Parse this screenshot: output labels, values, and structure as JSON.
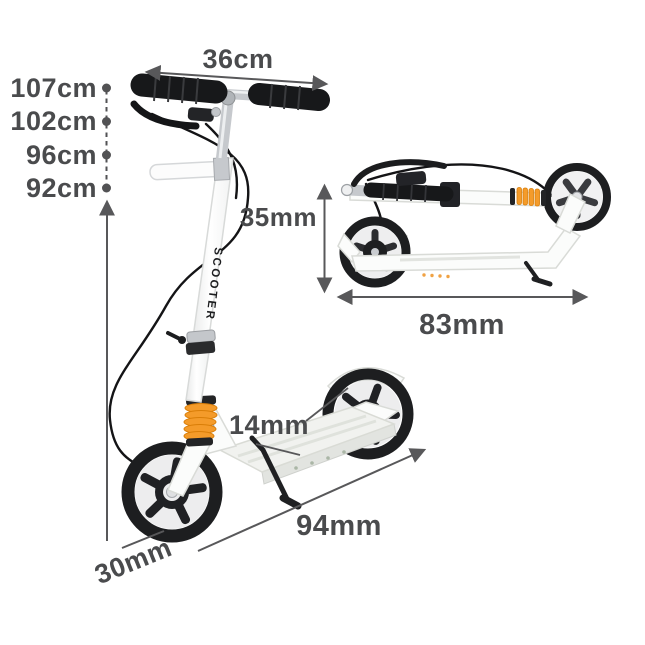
{
  "page": {
    "background": "#ffffff"
  },
  "product": {
    "brand_label": "SCOOTER"
  },
  "measurements": {
    "handlebar_width": "36cm",
    "height_levels": [
      "107cm",
      "102cm",
      "96cm",
      "92cm"
    ],
    "folded_height": "35mm",
    "folded_length": "83mm",
    "deck_thickness": "14mm",
    "deck_length": "94mm",
    "base_width": "30mm"
  },
  "colors": {
    "annotation_text": "#4a4b4d",
    "annotation_line": "#58585a",
    "spring_orange": "#f49b2a",
    "scooter_body": "#fbfcfb",
    "tire_black": "#1d1e20"
  }
}
